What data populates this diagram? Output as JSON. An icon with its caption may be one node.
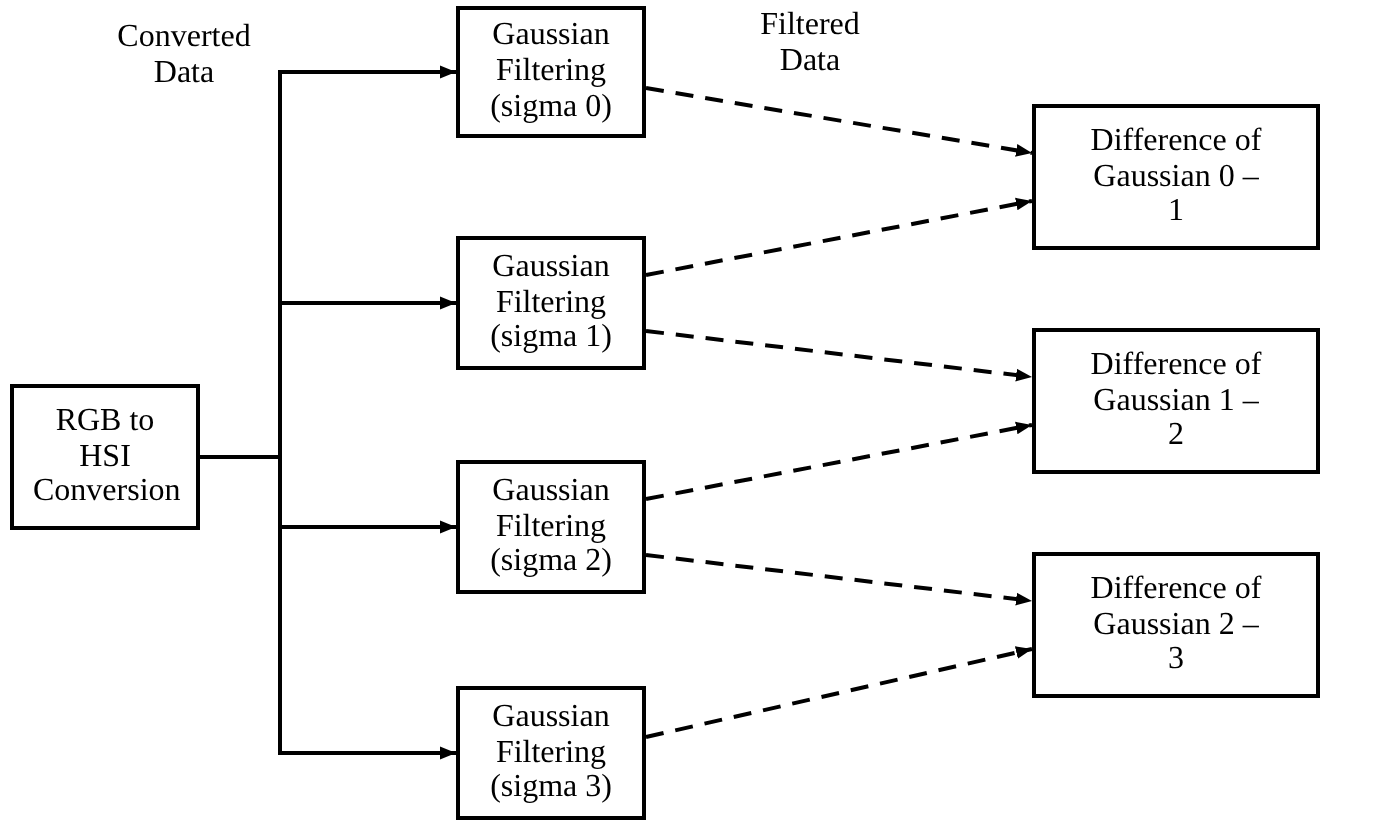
{
  "diagram": {
    "nodes": [
      {
        "text": [
          "RGB to HSI Conversion"
        ]
      },
      {
        "text": [
          "Gaussian Filtering (sigma 0)"
        ]
      },
      {
        "text": [
          "Gaussian Filtering (sigma 1)"
        ]
      },
      {
        "text": [
          "Gaussian Filtering (sigma 2)"
        ]
      },
      {
        "text": [
          "Gaussian Filtering (sigma 3)"
        ]
      },
      {
        "text": [
          "Difference of Gaussian 0 – 1"
        ]
      },
      {
        "text": [
          "Difference of Gaussian 1 – 2"
        ]
      },
      {
        "text": [
          "Difference of Gaussian 2 – 3"
        ]
      }
    ],
    "edges": [
      {
        "from": 0,
        "to": 1,
        "arrow": "to"
      },
      {
        "from": 0,
        "to": 2,
        "arrow": "to"
      },
      {
        "from": 0,
        "to": 3,
        "arrow": "to"
      },
      {
        "from": 0,
        "to": 4,
        "arrow": "to"
      },
      {
        "from": 1,
        "to": 5,
        "arrow": "to",
        "style": "dashed"
      },
      {
        "from": 2,
        "to": 5,
        "arrow": "to",
        "style": "dashed"
      },
      {
        "from": 2,
        "to": 6,
        "arrow": "to",
        "style": "dashed"
      },
      {
        "from": 3,
        "to": 6,
        "arrow": "to",
        "style": "dashed"
      },
      {
        "from": 3,
        "to": 7,
        "arrow": "to",
        "style": "dashed"
      },
      {
        "from": 4,
        "to": 7,
        "arrow": "to",
        "style": "dashed"
      }
    ],
    "labels": [
      "Converted Data",
      "Filtered Data"
    ]
  }
}
